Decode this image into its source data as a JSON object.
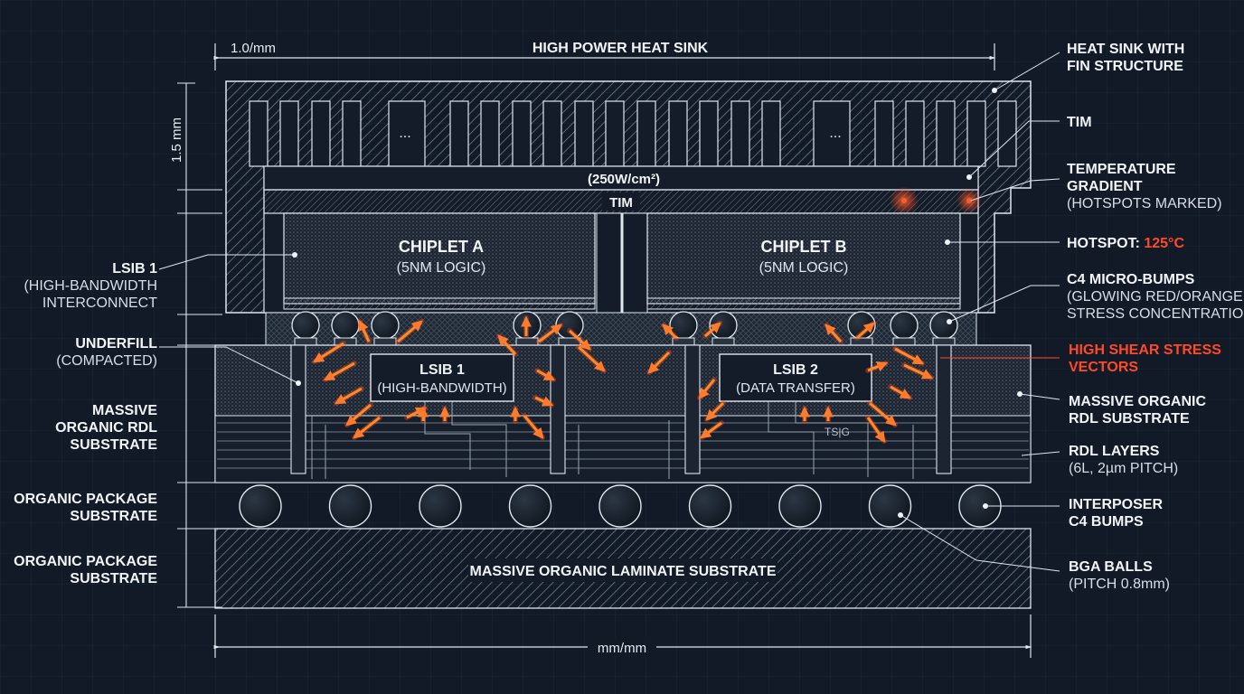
{
  "colors": {
    "background": "#111a26",
    "grid": "#1c2836",
    "line": "#dfe6ee",
    "accent_red": "#ff4a2a",
    "accent_orange": "#ff8a2a"
  },
  "dimensions": {
    "top_scale": "1.0/mm",
    "left_scale": "1.5 mm",
    "bottom_scale": "mm/mm"
  },
  "diagram": {
    "heat_sink_title": "HIGH POWER HEAT SINK",
    "fin_ellipsis_left": "...",
    "fin_ellipsis_right": "...",
    "power_density": "(250W/cm²)",
    "tim_bar": "TIM",
    "chiplet_a_title": "CHIPLET A",
    "chiplet_a_sub": "(5NM LOGIC)",
    "chiplet_b_title": "CHIPLET B",
    "chiplet_b_sub": "(5NM LOGIC)",
    "lsib1_title": "LSIB 1",
    "lsib1_sub": "(HIGH-BANDWIDTH)",
    "lsib2_title": "LSIB 2",
    "lsib2_sub": "(DATA TRANSFER)",
    "tsv_tag": "TS|G",
    "laminate": "MASSIVE ORGANIC LAMINATE SUBSTRATE"
  },
  "labels_left": {
    "lsib1_line1": "LSIB 1",
    "lsib1_line2": "(HIGH-BANDWIDTH",
    "lsib1_line3": "INTERCONNECT",
    "underfill_line1": "UNDERFILL",
    "underfill_line2": "(COMPACTED)",
    "massive_line1": "MASSIVE",
    "massive_line2": "ORGANIC RDL",
    "massive_line3": "SUBSTRATE",
    "pkg1_line1": "ORGANIC PACKAGE",
    "pkg1_line2": "SUBSTRATE",
    "pkg2_line1": "ORGANIC PACKAGE",
    "pkg2_line2": "SUBSTRATE"
  },
  "labels_right": {
    "heatsink_line1": "HEAT SINK WITH",
    "heatsink_line2": "FIN STRUCTURE",
    "tim": "TIM",
    "temp_line1": "TEMPERATURE",
    "temp_line2": "GRADIENT",
    "temp_line3": "(HOTSPOTS MARKED)",
    "hotspot_label": "HOTSPOT: ",
    "hotspot_value": "125°C",
    "c4_line1": "C4 MICRO-BUMPS",
    "c4_line2": "(GLOWING RED/ORANGE",
    "c4_line3": "STRESS CONCENTRATION)",
    "shear_line1": "HIGH SHEAR STRESS",
    "shear_line2": "VECTORS",
    "rdl_sub_line1": "MASSIVE ORGANIC",
    "rdl_sub_line2": "RDL SUBSTRATE",
    "rdl_layers_line1": "RDL LAYERS",
    "rdl_layers_line2": "(6L, 2µm PITCH)",
    "interposer_line1": "INTERPOSER",
    "interposer_line2": "C4 BUMPS",
    "bga_line1": "BGA BALLS",
    "bga_line2": "(PITCH 0.8mm)"
  }
}
